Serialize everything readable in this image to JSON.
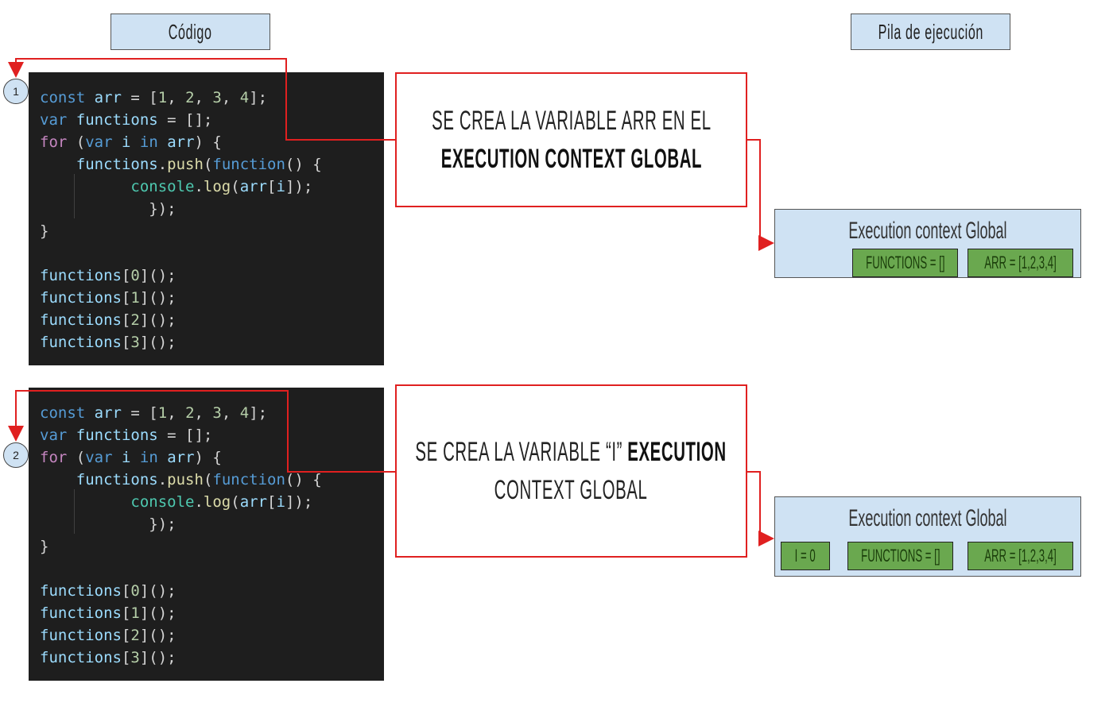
{
  "headers": {
    "code": "Código",
    "stack": "Pila de ejecución"
  },
  "code_lines": [
    [
      [
        "kw",
        "const "
      ],
      [
        "vr",
        "arr"
      ],
      [
        "pn",
        " = ["
      ],
      [
        "nm",
        "1"
      ],
      [
        "pn",
        ", "
      ],
      [
        "nm",
        "2"
      ],
      [
        "pn",
        ", "
      ],
      [
        "nm",
        "3"
      ],
      [
        "pn",
        ", "
      ],
      [
        "nm",
        "4"
      ],
      [
        "pn",
        "];"
      ]
    ],
    [
      [
        "kw",
        "var "
      ],
      [
        "vr",
        "functions"
      ],
      [
        "pn",
        " = [];"
      ]
    ],
    [
      [
        "kp",
        "for "
      ],
      [
        "pn",
        "("
      ],
      [
        "kw",
        "var "
      ],
      [
        "vr",
        "i "
      ],
      [
        "kw",
        "in "
      ],
      [
        "vr",
        "arr"
      ],
      [
        "pn",
        ") {"
      ]
    ],
    [
      [
        "pn",
        "    "
      ],
      [
        "vr",
        "functions"
      ],
      [
        "pn",
        "."
      ],
      [
        "fn",
        "push"
      ],
      [
        "pn",
        "("
      ],
      [
        "kw",
        "function"
      ],
      [
        "pn",
        "() {"
      ]
    ],
    [
      [
        "pn",
        "          "
      ],
      [
        "ob",
        "console"
      ],
      [
        "pn",
        "."
      ],
      [
        "fn",
        "log"
      ],
      [
        "pn",
        "("
      ],
      [
        "vr",
        "arr"
      ],
      [
        "pn",
        "["
      ],
      [
        "vr",
        "i"
      ],
      [
        "pn",
        "]);"
      ]
    ],
    [
      [
        "pn",
        "            });"
      ]
    ],
    [
      [
        "pn",
        "}"
      ]
    ],
    [
      [
        "pn",
        ""
      ]
    ],
    [
      [
        "vr",
        "functions"
      ],
      [
        "pn",
        "["
      ],
      [
        "nm",
        "0"
      ],
      [
        "pn",
        "]();"
      ]
    ],
    [
      [
        "vr",
        "functions"
      ],
      [
        "pn",
        "["
      ],
      [
        "nm",
        "1"
      ],
      [
        "pn",
        "]();"
      ]
    ],
    [
      [
        "vr",
        "functions"
      ],
      [
        "pn",
        "["
      ],
      [
        "nm",
        "2"
      ],
      [
        "pn",
        "]();"
      ]
    ],
    [
      [
        "vr",
        "functions"
      ],
      [
        "pn",
        "["
      ],
      [
        "nm",
        "3"
      ],
      [
        "pn",
        "]();"
      ]
    ]
  ],
  "steps": [
    {
      "number": "1",
      "note_line1": "SE CREA LA VARIABLE ARR EN EL",
      "note_line2_bold": "EXECUTION CONTEXT GLOBAL",
      "context_title": "Execution context Global",
      "vars": [
        "FUNCTIONS = []",
        "ARR = [1,2,3,4]"
      ]
    },
    {
      "number": "2",
      "note_line1_a": "SE CREA LA VARIABLE “I” ",
      "note_line1_b_bold": "EXECUTION",
      "note_line2": "CONTEXT GLOBAL",
      "context_title": "Execution context Global",
      "vars": [
        "I = 0",
        "FUNCTIONS = []",
        "ARR = [1,2,3,4]"
      ]
    }
  ]
}
